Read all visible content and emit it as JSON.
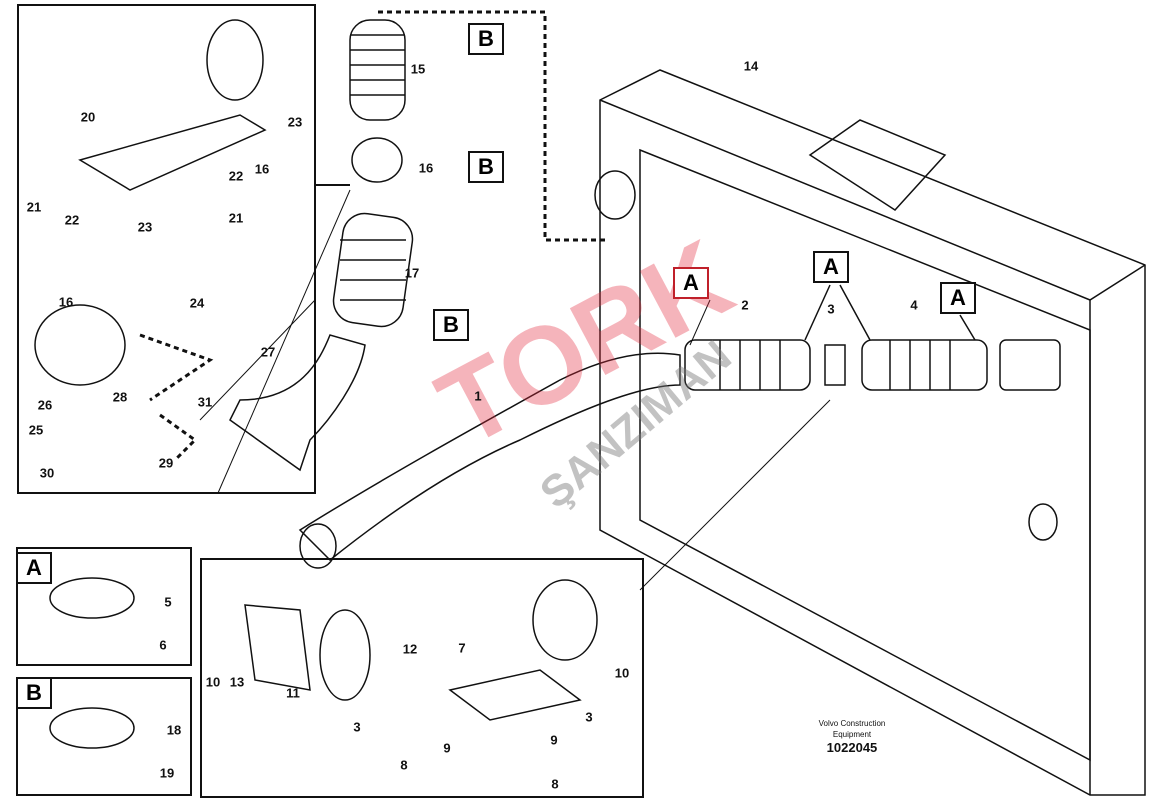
{
  "diagram": {
    "callouts": [
      "23",
      "20",
      "16",
      "22",
      "21",
      "21",
      "22",
      "23",
      "16",
      "24",
      "28",
      "31",
      "26",
      "25",
      "29",
      "30",
      "15",
      "16",
      "17",
      "27",
      "1",
      "14",
      "2",
      "3",
      "4",
      "5",
      "6",
      "18",
      "19",
      "12",
      "7",
      "10",
      "13",
      "11",
      "3",
      "10",
      "3",
      "9",
      "9",
      "8",
      "8"
    ],
    "reference_boxes": [
      "B",
      "B",
      "B",
      "A",
      "A",
      "A"
    ],
    "detail_labels": {
      "a": "A",
      "b": "B"
    },
    "credit": {
      "line1": "Volvo Construction",
      "line2": "Equipment",
      "number": "1022045"
    },
    "watermark": {
      "brand": "TORK",
      "sub": "ŞANZIMAN"
    }
  }
}
